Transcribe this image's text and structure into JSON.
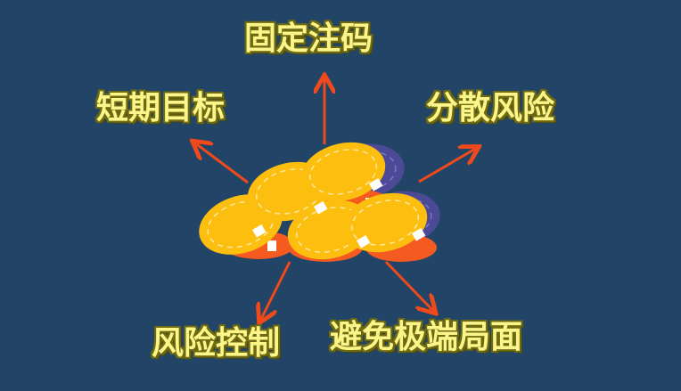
{
  "diagram": {
    "title": "",
    "center": {
      "name": "casino-chips-pile",
      "description": "pile of yellow, red and purple poker chips"
    },
    "labels": {
      "top": "固定注码",
      "top_left": "短期目标",
      "top_right": "分散风险",
      "bottom_left": "风险控制",
      "bottom_right": "避免极端局面"
    },
    "colors": {
      "background": "#224567",
      "label_text": "#fbf58a",
      "label_outline": "#6e6a12",
      "arrow": "#f04a1c",
      "chip_yellow": "#fdbf0f",
      "chip_red": "#f55a21",
      "chip_purple": "#4c4a97",
      "chip_stripe": "#ffffff"
    }
  }
}
